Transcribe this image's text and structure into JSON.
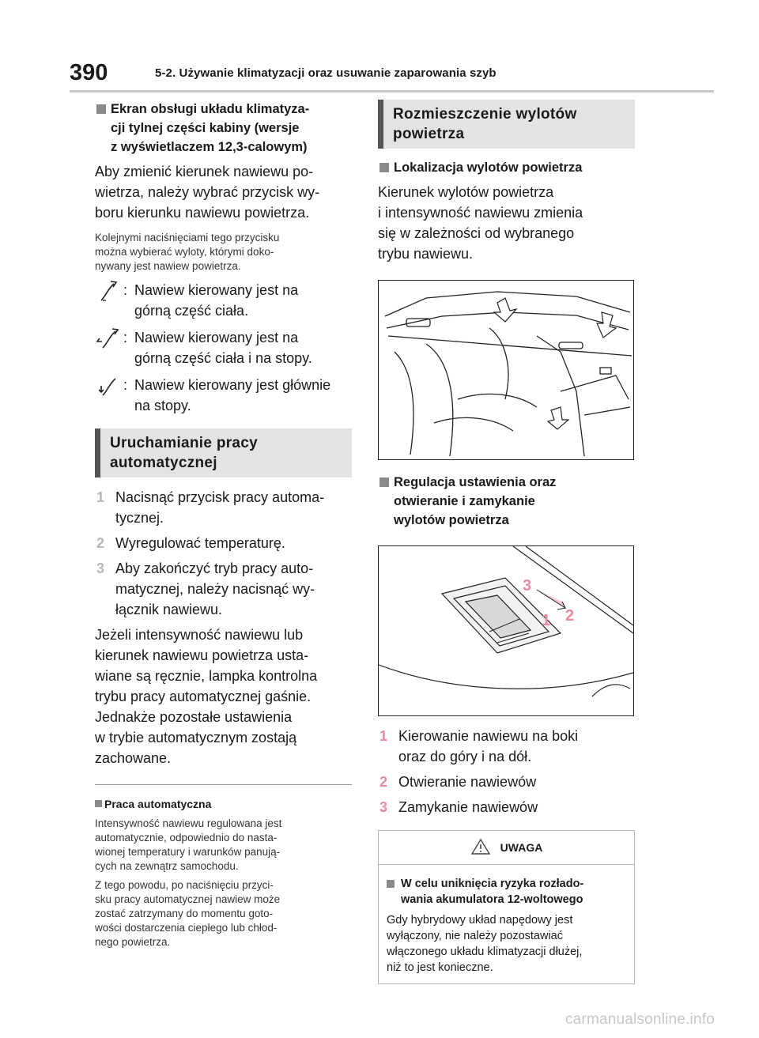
{
  "header": {
    "page_number": "390",
    "section": "5-2. Używanie klimatyzacji oraz usuwanie zaparowania szyb"
  },
  "left": {
    "screen_heading": "Ekran obsługi układu klimatyza-\ncji tylnej części kabiny (wersje\nz wyświetlaczem 12,3-calowym)",
    "intro": "Aby zmienić kierunek nawiewu po-\nwietrza, należy wybrać przycisk wy-\nboru kierunku nawiewu powietrza.",
    "press_note": "Kolejnymi naciśnięciami tego przycisku\nmożna wybierać wyloty, którymi doko-\nnywany jest nawiew powietrza.",
    "modes": [
      {
        "icon": "airflow-upper-body-icon",
        "text": "Nawiew kierowany jest na\ngórną część ciała."
      },
      {
        "icon": "airflow-upper-body-feet-icon",
        "text": "Nawiew kierowany jest na\ngórną część ciała i na stopy."
      },
      {
        "icon": "airflow-feet-icon",
        "text": "Nawiew kierowany jest głównie\nna stopy."
      }
    ],
    "auto_section_title": "Uruchamianie pracy\nautomatycznej",
    "steps": [
      {
        "num": "1",
        "text": "Nacisnąć przycisk pracy automa-\ntycznej."
      },
      {
        "num": "2",
        "text": "Wyregulować temperaturę."
      },
      {
        "num": "3",
        "text": "Aby zakończyć tryb pracy auto-\nmatycznej, należy nacisnąć wy-\nłącznik nawiewu."
      }
    ],
    "auto_paragraph": "Jeżeli intensywność nawiewu lub\nkierunek nawiewu powietrza usta-\nwiane są ręcznie, lampka kontrolna\ntrybu pracy automatycznej gaśnie.\nJednakże pozostałe ustawienia\nw trybie automatycznym zostają\nzachowane.",
    "note_title": "Praca automatyczna",
    "note_p1": "Intensywność nawiewu regulowana jest\nautomatycznie, odpowiednio do nasta-\nwionej temperatury i warunków panują-\ncych na zewnątrz samochodu.",
    "note_p2": "Z tego powodu, po naciśnięciu przyci-\nsku pracy automatycznej nawiew może\nzostać zatrzymany do momentu goto-\nwości dostarczenia ciepłego lub chłod-\nnego powietrza."
  },
  "right": {
    "section_title": "Rozmieszczenie wylotów\npowietrza",
    "location_heading": "Lokalizacja wylotów powietrza",
    "location_text": "Kierunek wylotów powietrza\ni intensywność nawiewu zmienia\nsię w zależności od wybranego\ntrybu nawiewu.",
    "adjust_heading": "Regulacja ustawienia oraz\notwieranie i zamykanie\nwylotów powietrza",
    "figure2_labels": [
      "3",
      "1",
      "2"
    ],
    "legend": [
      {
        "num": "1",
        "text": "Kierowanie nawiewu na boki\noraz do góry i na dół."
      },
      {
        "num": "2",
        "text": "Otwieranie nawiewów"
      },
      {
        "num": "3",
        "text": "Zamykanie nawiewów"
      }
    ],
    "warning": {
      "title": "UWAGA",
      "heading": "W celu uniknięcia ryzyka rozłado-\nwania akumulatora 12-woltowego",
      "text": "Gdy hybrydowy układ napędowy jest\nwyłączony, nie należy pozostawiać\nwłączonego układu klimatyzacji dłużej,\nniż to jest konieczne."
    }
  },
  "watermark": "carmanualsonline.info",
  "colors": {
    "accent_gray": "#8a8a8a",
    "label_pink": "#e88aa0",
    "bar_bg": "#e3e3e3"
  }
}
